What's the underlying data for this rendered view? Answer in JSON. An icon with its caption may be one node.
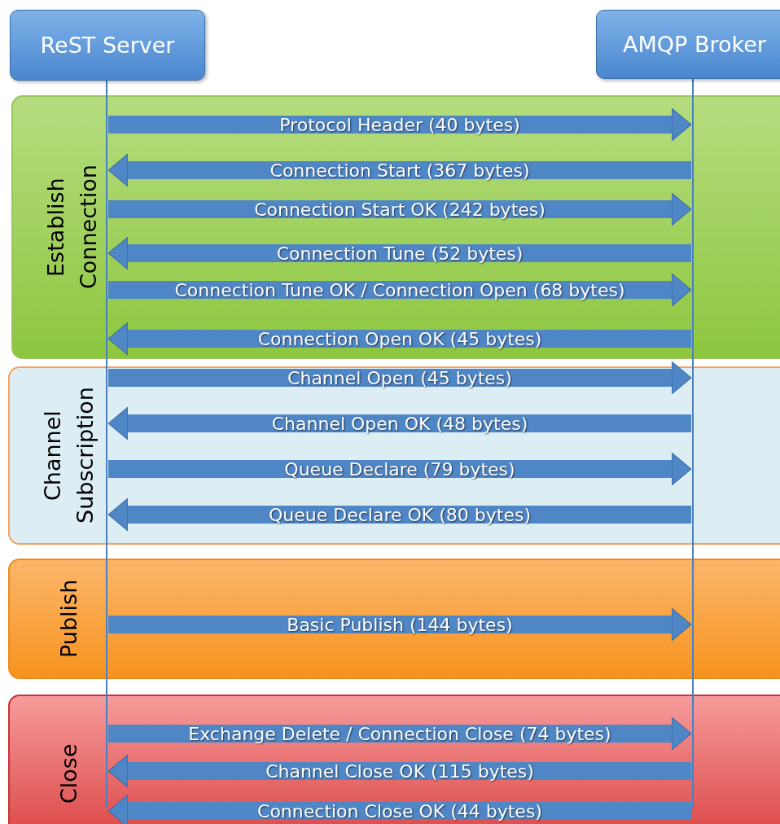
{
  "diagram": {
    "nodes": [
      {
        "text": [
          "ReST Server"
        ]
      },
      {
        "text": [
          "AMQP Broker"
        ]
      },
      {
        "text": [],
        "shape": "bar"
      },
      {
        "text": [],
        "shape": "bar"
      }
    ],
    "edges": [
      {
        "from": 2,
        "to": 3,
        "arrow": "to",
        "label": "Protocol Header (40 bytes)"
      },
      {
        "from": 3,
        "to": 2,
        "arrow": "to",
        "label": "Connection Start (367 bytes)"
      },
      {
        "from": 2,
        "to": 3,
        "arrow": "to",
        "label": "Connection Start OK (242 bytes)"
      },
      {
        "from": 3,
        "to": 2,
        "arrow": "to",
        "label": "Connection Tune  (52 bytes)"
      },
      {
        "from": 2,
        "to": 3,
        "arrow": "to",
        "label": "Connection Tune OK / Connection Open (68 bytes)"
      },
      {
        "from": 3,
        "to": 2,
        "arrow": "to",
        "label": "Connection Open OK (45 bytes)"
      },
      {
        "from": 2,
        "to": 3,
        "arrow": "to",
        "label": "Channel Open (45 bytes)"
      },
      {
        "from": 3,
        "to": 2,
        "arrow": "to",
        "label": "Channel Open OK (48 bytes)"
      },
      {
        "from": 2,
        "to": 3,
        "arrow": "to",
        "label": "Queue Declare (79 bytes)"
      },
      {
        "from": 3,
        "to": 2,
        "arrow": "to",
        "label": "Queue Declare OK (80 bytes)"
      },
      {
        "from": 2,
        "to": 3,
        "arrow": "to",
        "label": "Basic Publish (144 bytes)"
      },
      {
        "from": 2,
        "to": 3,
        "arrow": "to",
        "label": "Exchange Delete / Connection Close (74 bytes)"
      },
      {
        "from": 3,
        "to": 2,
        "arrow": "to",
        "label": "Channel Close OK (115 bytes)"
      },
      {
        "from": 3,
        "to": 2,
        "arrow": "to",
        "label": "Connection Close OK (44 bytes)"
      }
    ],
    "labels": [
      "Establish Connection",
      "Channel Subscription",
      "Publish",
      "Close"
    ]
  }
}
